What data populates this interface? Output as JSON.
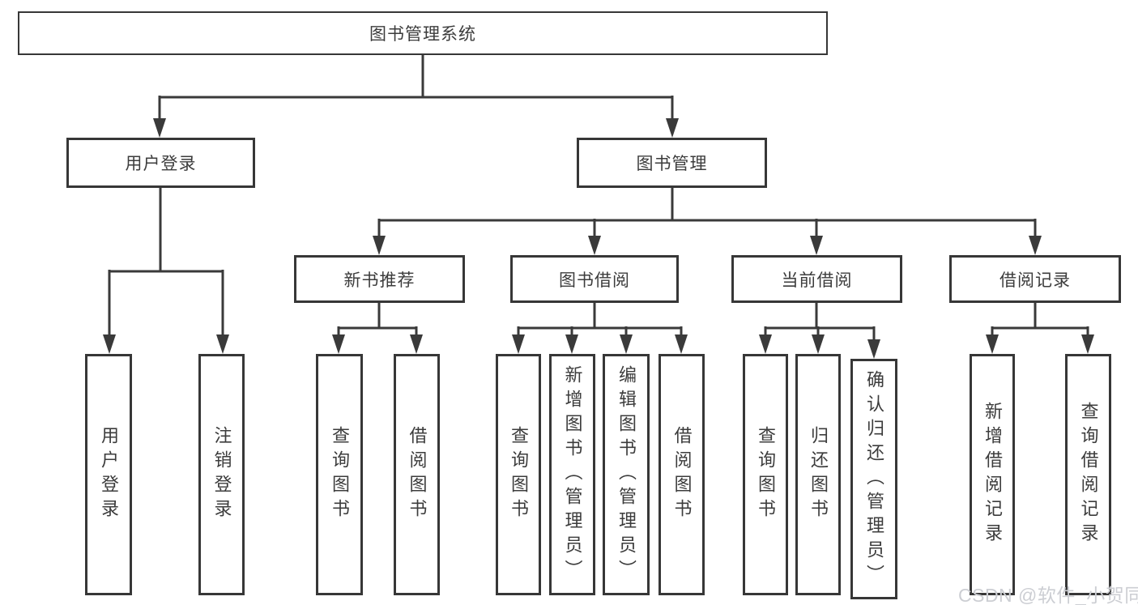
{
  "tree": {
    "label": "图书管理系统",
    "children": [
      {
        "label": "用户登录",
        "children": [
          {
            "label": "用户登录"
          },
          {
            "label": "注销登录"
          }
        ]
      },
      {
        "label": "图书管理",
        "children": [
          {
            "label": "新书推荐",
            "children": [
              {
                "label": "查询图书"
              },
              {
                "label": "借阅图书"
              }
            ]
          },
          {
            "label": "图书借阅",
            "children": [
              {
                "label": "查询图书"
              },
              {
                "label": "新增图书（管理员）"
              },
              {
                "label": "编辑图书（管理员）"
              },
              {
                "label": "借阅图书"
              }
            ]
          },
          {
            "label": "当前借阅",
            "children": [
              {
                "label": "查询图书"
              },
              {
                "label": "归还图书"
              },
              {
                "label": "确认归还（管理员）"
              }
            ]
          },
          {
            "label": "借阅记录",
            "children": [
              {
                "label": "新增借阅记录"
              },
              {
                "label": "查询借阅记录"
              }
            ]
          }
        ]
      }
    ]
  },
  "watermark": {
    "text": "CSDN @软件_小贺同学"
  },
  "colors": {
    "line": "#3a3a3a",
    "box_border": "#373737",
    "text": "#3c3c3c",
    "background": "#ffffff",
    "watermark": "#ccced3"
  }
}
